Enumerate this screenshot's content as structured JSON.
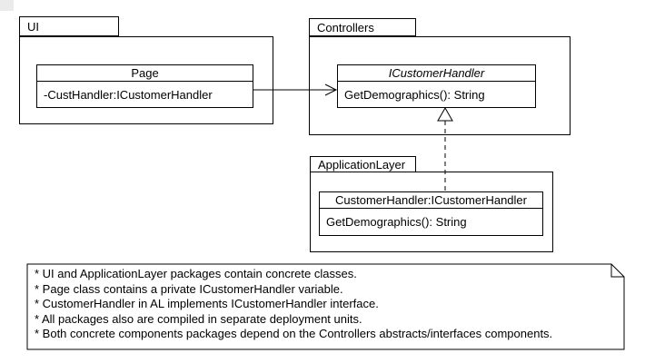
{
  "diagram": {
    "packages": {
      "ui": {
        "label": "UI"
      },
      "controllers": {
        "label": "Controllers"
      },
      "application_layer": {
        "label": "ApplicationLayer"
      }
    },
    "classes": {
      "page": {
        "name": "Page",
        "attributes": [
          "-CustHandler:ICustomerHandler"
        ]
      },
      "icustomerhandler": {
        "name": "ICustomerHandler",
        "name_style": "italic-interface",
        "methods": [
          "GetDemographics(): String"
        ]
      },
      "customerhandler": {
        "name": "CustomerHandler:ICustomerHandler",
        "methods": [
          "GetDemographics(): String"
        ]
      }
    },
    "relationships": [
      {
        "type": "association",
        "from": "Page",
        "to": "ICustomerHandler",
        "line": "solid",
        "arrowhead": "open"
      },
      {
        "type": "realization",
        "from": "CustomerHandler:ICustomerHandler",
        "to": "ICustomerHandler",
        "line": "dashed",
        "arrowhead": "hollow-triangle"
      }
    ],
    "note": {
      "lines": [
        "* UI and ApplicationLayer packages contain concrete classes.",
        "* Page class contains a private ICustomerHandler variable.",
        "* CustomerHandler in AL implements ICustomerHandler interface.",
        "* All packages also are compiled in separate deployment units.",
        "* Both concrete components packages depend on the Controllers abstracts/interfaces components."
      ]
    },
    "colors": {
      "line": "#000000",
      "background": "#ffffff",
      "text": "#000000"
    }
  }
}
